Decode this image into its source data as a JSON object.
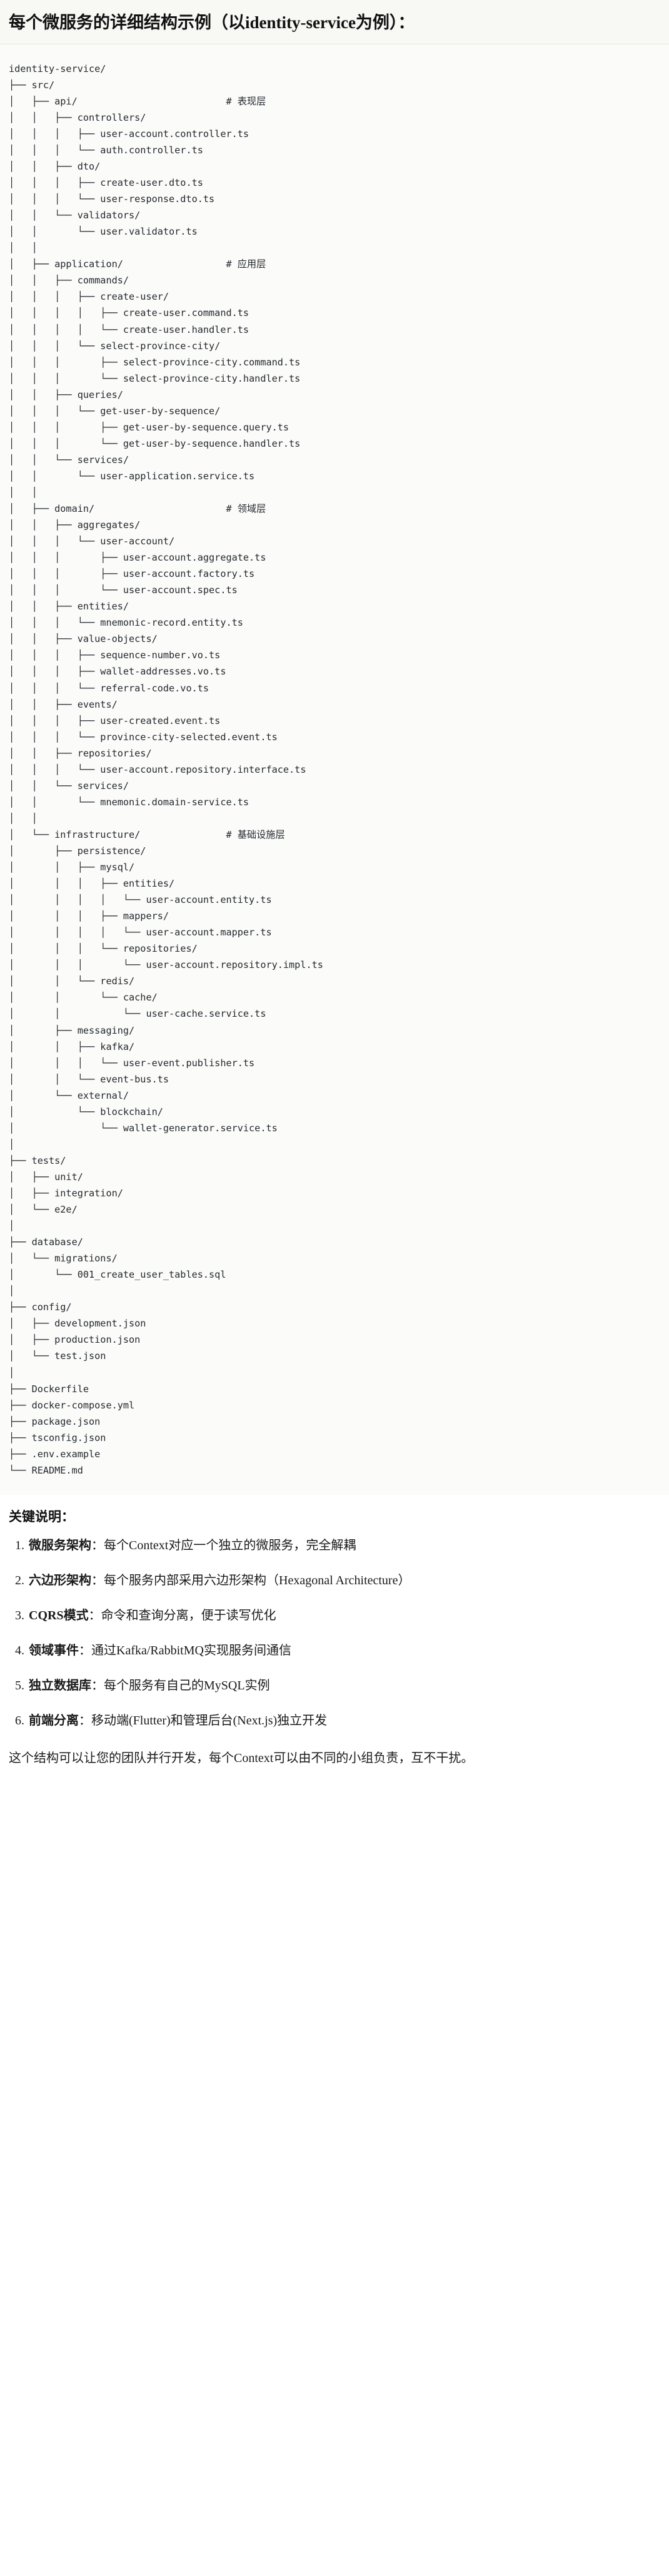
{
  "header": {
    "title": "每个微服务的详细结构示例（以identity-service为例）："
  },
  "tree": {
    "root": "identity-service/",
    "text": "identity-service/\n├── src/\n│   ├── api/                          # 表现层\n│   │   ├── controllers/\n│   │   │   ├── user-account.controller.ts\n│   │   │   └── auth.controller.ts\n│   │   ├── dto/\n│   │   │   ├── create-user.dto.ts\n│   │   │   └── user-response.dto.ts\n│   │   └── validators/\n│   │       └── user.validator.ts\n│   │\n│   ├── application/                  # 应用层\n│   │   ├── commands/\n│   │   │   ├── create-user/\n│   │   │   │   ├── create-user.command.ts\n│   │   │   │   └── create-user.handler.ts\n│   │   │   └── select-province-city/\n│   │   │       ├── select-province-city.command.ts\n│   │   │       └── select-province-city.handler.ts\n│   │   ├── queries/\n│   │   │   └── get-user-by-sequence/\n│   │   │       ├── get-user-by-sequence.query.ts\n│   │   │       └── get-user-by-sequence.handler.ts\n│   │   └── services/\n│   │       └── user-application.service.ts\n│   │\n│   ├── domain/                       # 领域层\n│   │   ├── aggregates/\n│   │   │   └── user-account/\n│   │   │       ├── user-account.aggregate.ts\n│   │   │       ├── user-account.factory.ts\n│   │   │       └── user-account.spec.ts\n│   │   ├── entities/\n│   │   │   └── mnemonic-record.entity.ts\n│   │   ├── value-objects/\n│   │   │   ├── sequence-number.vo.ts\n│   │   │   ├── wallet-addresses.vo.ts\n│   │   │   └── referral-code.vo.ts\n│   │   ├── events/\n│   │   │   ├── user-created.event.ts\n│   │   │   └── province-city-selected.event.ts\n│   │   ├── repositories/\n│   │   │   └── user-account.repository.interface.ts\n│   │   └── services/\n│   │       └── mnemonic.domain-service.ts\n│   │\n│   └── infrastructure/               # 基础设施层\n│       ├── persistence/\n│       │   ├── mysql/\n│       │   │   ├── entities/\n│       │   │   │   └── user-account.entity.ts\n│       │   │   ├── mappers/\n│       │   │   │   └── user-account.mapper.ts\n│       │   │   └── repositories/\n│       │   │       └── user-account.repository.impl.ts\n│       │   └── redis/\n│       │       └── cache/\n│       │           └── user-cache.service.ts\n│       ├── messaging/\n│       │   ├── kafka/\n│       │   │   └── user-event.publisher.ts\n│       │   └── event-bus.ts\n│       └── external/\n│           └── blockchain/\n│               └── wallet-generator.service.ts\n│\n├── tests/\n│   ├── unit/\n│   ├── integration/\n│   └── e2e/\n│\n├── database/\n│   └── migrations/\n│       └── 001_create_user_tables.sql\n│\n├── config/\n│   ├── development.json\n│   ├── production.json\n│   └── test.json\n│\n├── Dockerfile\n├── docker-compose.yml\n├── package.json\n├── tsconfig.json\n├── .env.example\n└── README.md"
  },
  "notes": {
    "title": "关键说明：",
    "items": [
      {
        "term": "微服务架构",
        "sep": "：",
        "desc": "每个Context对应一个独立的微服务，完全解耦"
      },
      {
        "term": "六边形架构",
        "sep": "：",
        "desc": "每个服务内部采用六边形架构（Hexagonal Architecture）"
      },
      {
        "term": "CQRS模式",
        "sep": "：",
        "desc": "命令和查询分离，便于读写优化"
      },
      {
        "term": "领域事件",
        "sep": "：",
        "desc": "通过Kafka/RabbitMQ实现服务间通信"
      },
      {
        "term": "独立数据库",
        "sep": "：",
        "desc": "每个服务有自己的MySQL实例"
      },
      {
        "term": "前端分离",
        "sep": "：",
        "desc": "移动端(Flutter)和管理后台(Next.js)独立开发"
      }
    ],
    "closing": "这个结构可以让您的团队并行开发，每个Context可以由不同的小组负责，互不干扰。"
  },
  "colors": {
    "header_bg": "#f8f8f5",
    "code_bg": "#fbfbf9",
    "text": "#1f2328",
    "code_text": "#24292f",
    "rule": "#e4e4e0"
  }
}
